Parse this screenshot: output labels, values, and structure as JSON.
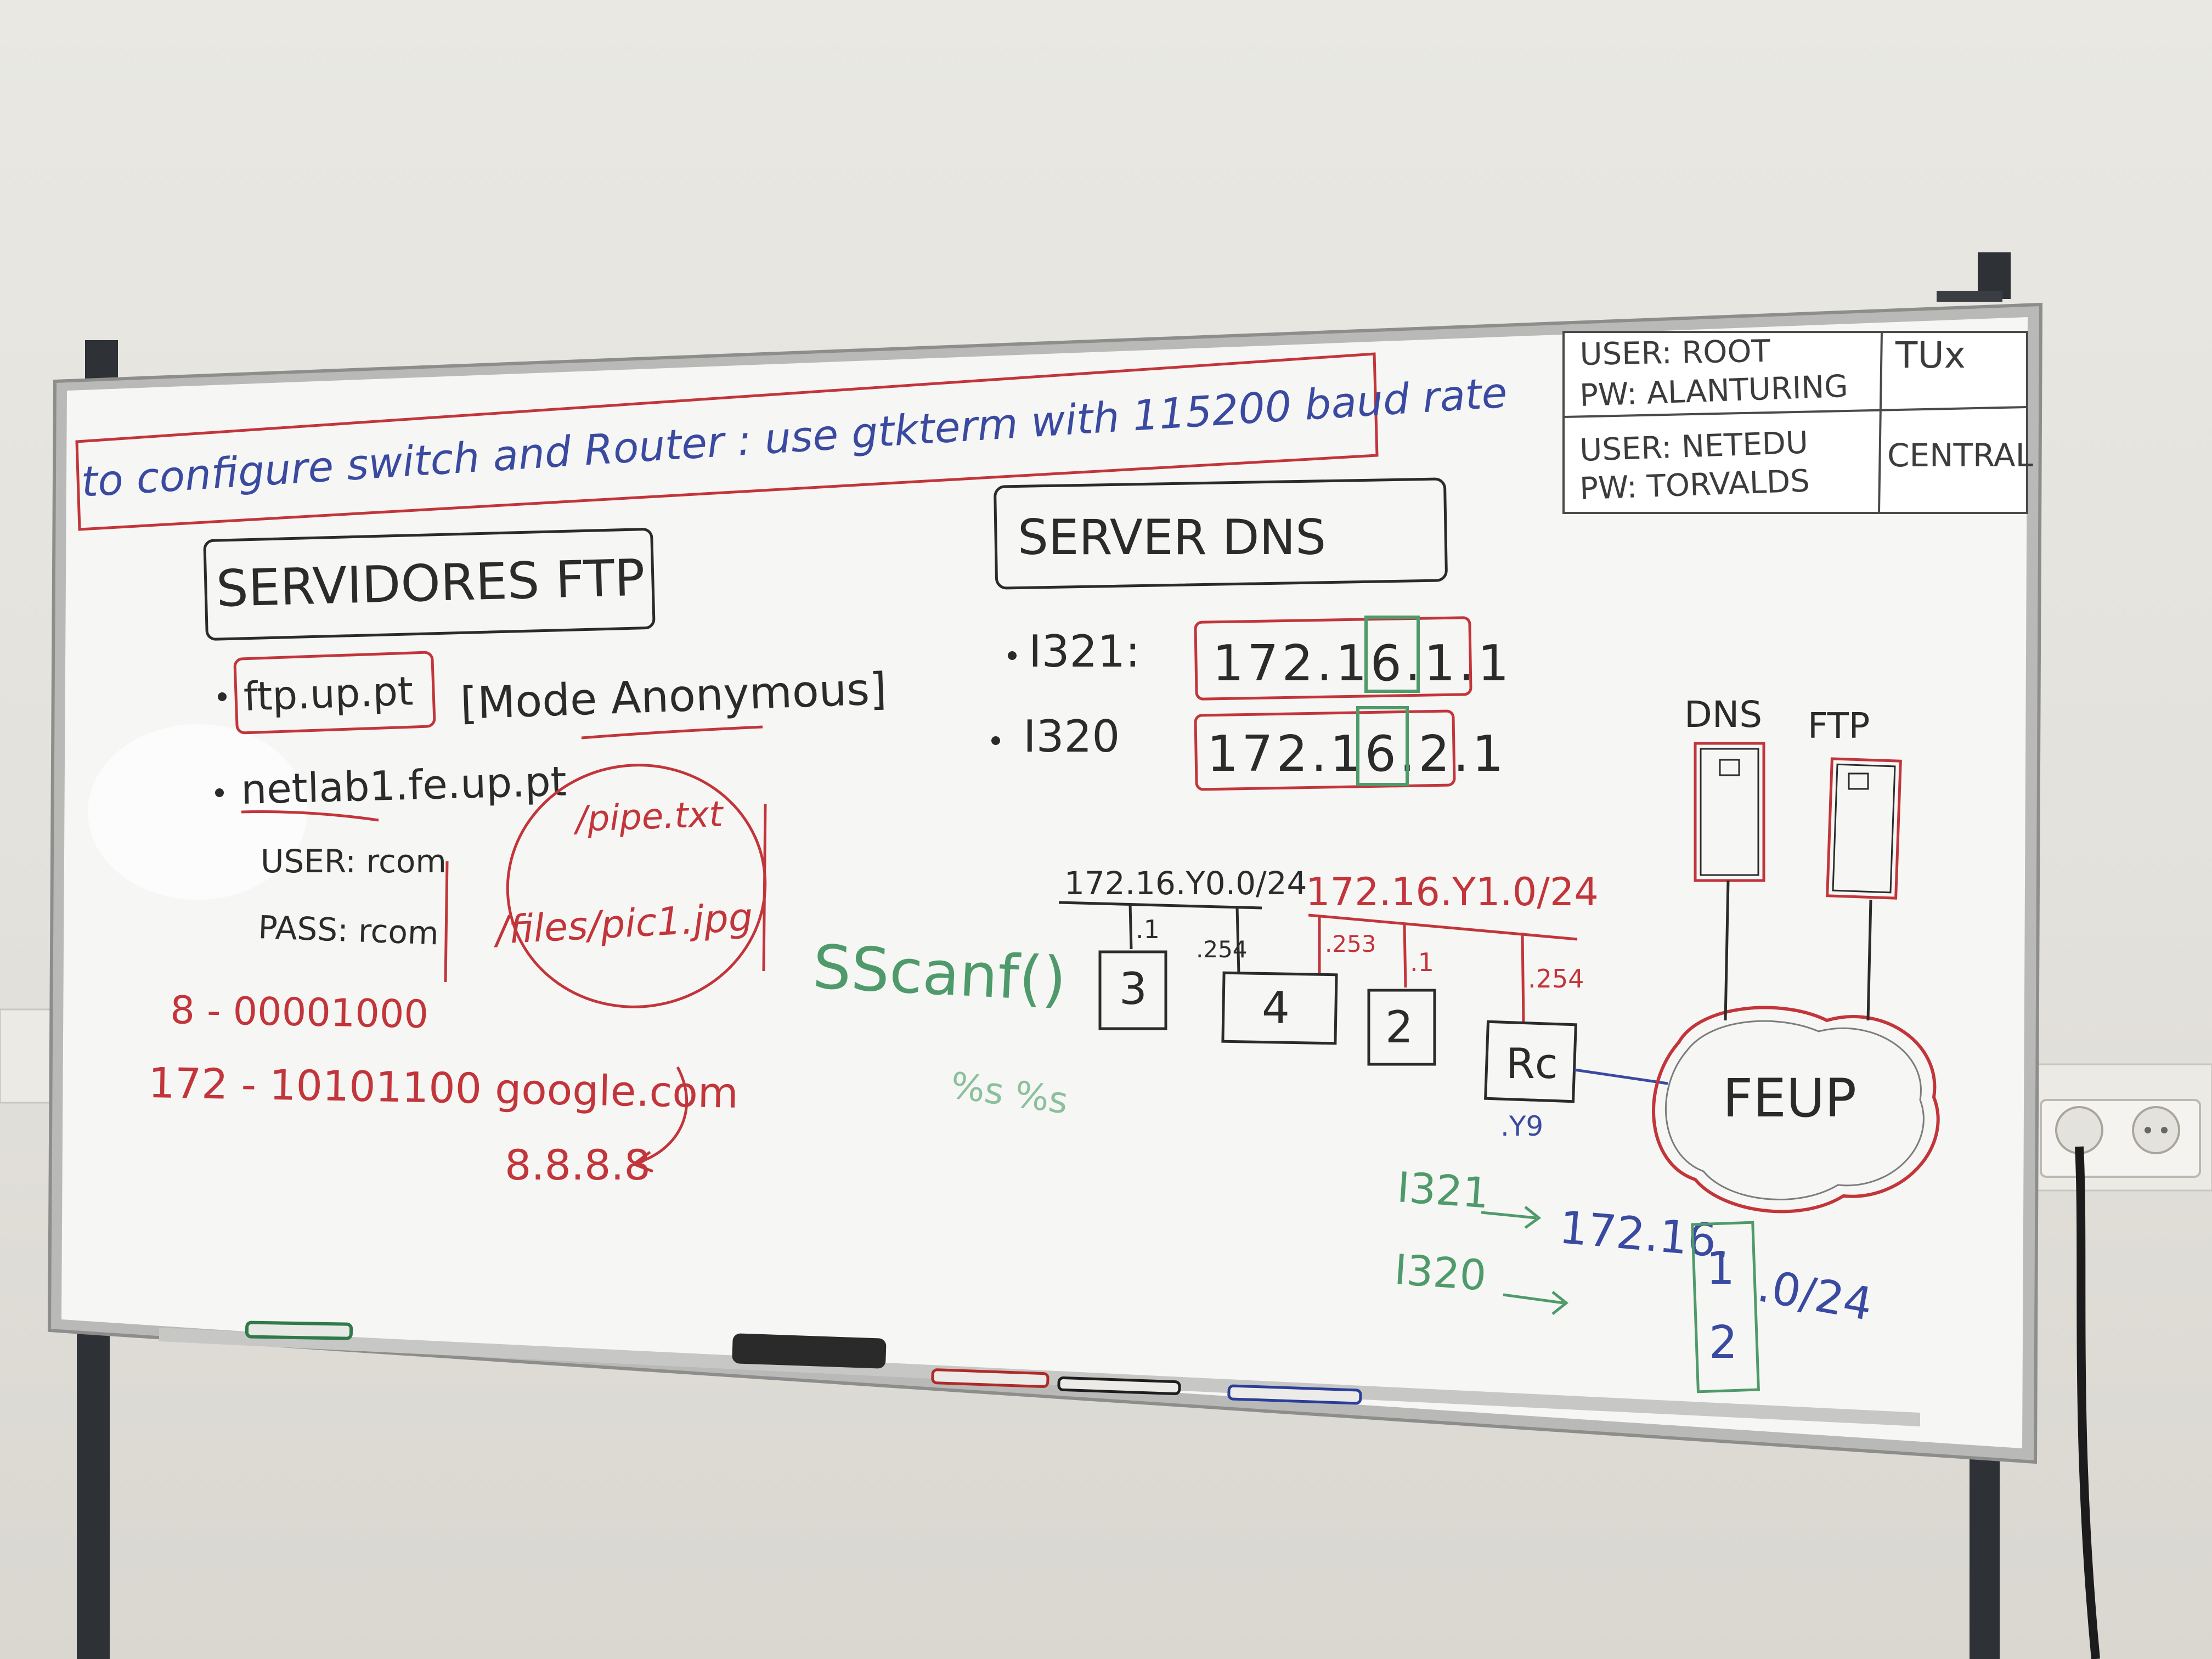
{
  "board": {
    "header_line": "to configure switch and Router : use gtkterm with 115200 baud rate",
    "credentials": {
      "tux_user": "USER: ROOT",
      "tux_pw": "PW: ALANTURING",
      "tux_label": "TUx",
      "central_user": "USER: NETEDU",
      "central_pw": "PW: TORVALDS",
      "central_label": "CENTRAL"
    },
    "ftp_section": {
      "title": "SERVIDORES FTP",
      "server1": "ftp.up.pt",
      "mode": "[Mode Anonymous]",
      "server2": "netlab1.fe.up.pt",
      "user": "USER: rcom",
      "pass": "PASS: rcom",
      "file1": "/pipe.txt",
      "file2": "/files/pic1.jpg"
    },
    "binary_notes": {
      "line1": "8 - 00001000",
      "line2": "172 - 10101100 google.com",
      "dns_ip": "8.8.8.8"
    },
    "sscanf_note": "SScanf()",
    "format_note": "%s %s",
    "dns_section": {
      "title": "SERVER DNS",
      "row1_label": "I321:",
      "row1_ip": "172.16.1.1",
      "row2_label": "I320",
      "row2_ip": "172.16.2.1"
    },
    "network": {
      "net0": "172.16.Y0.0/24",
      "net1": "172.16.Y1.0/24",
      "n1": ".1",
      "n254a": ".254",
      "n253": ".253",
      "n1b": ".1",
      "n254b": ".254",
      "box3": "3",
      "box4": "4",
      "box2": "2",
      "router": "Rc",
      "y9": ".Y9",
      "cloud": "FEUP",
      "dns_label": "DNS",
      "ftp_label": "FTP",
      "lab1": "I321",
      "lab2": "I320",
      "subnet_a": "172.16.",
      "subnet_b": ".0/24",
      "subnet_1": "1",
      "subnet_2": "2"
    }
  },
  "colors": {
    "blue_marker": "#3a4aa0",
    "red_marker": "#c2353a",
    "black_marker": "#2b2b2b",
    "green_marker": "#4f9a6a"
  }
}
